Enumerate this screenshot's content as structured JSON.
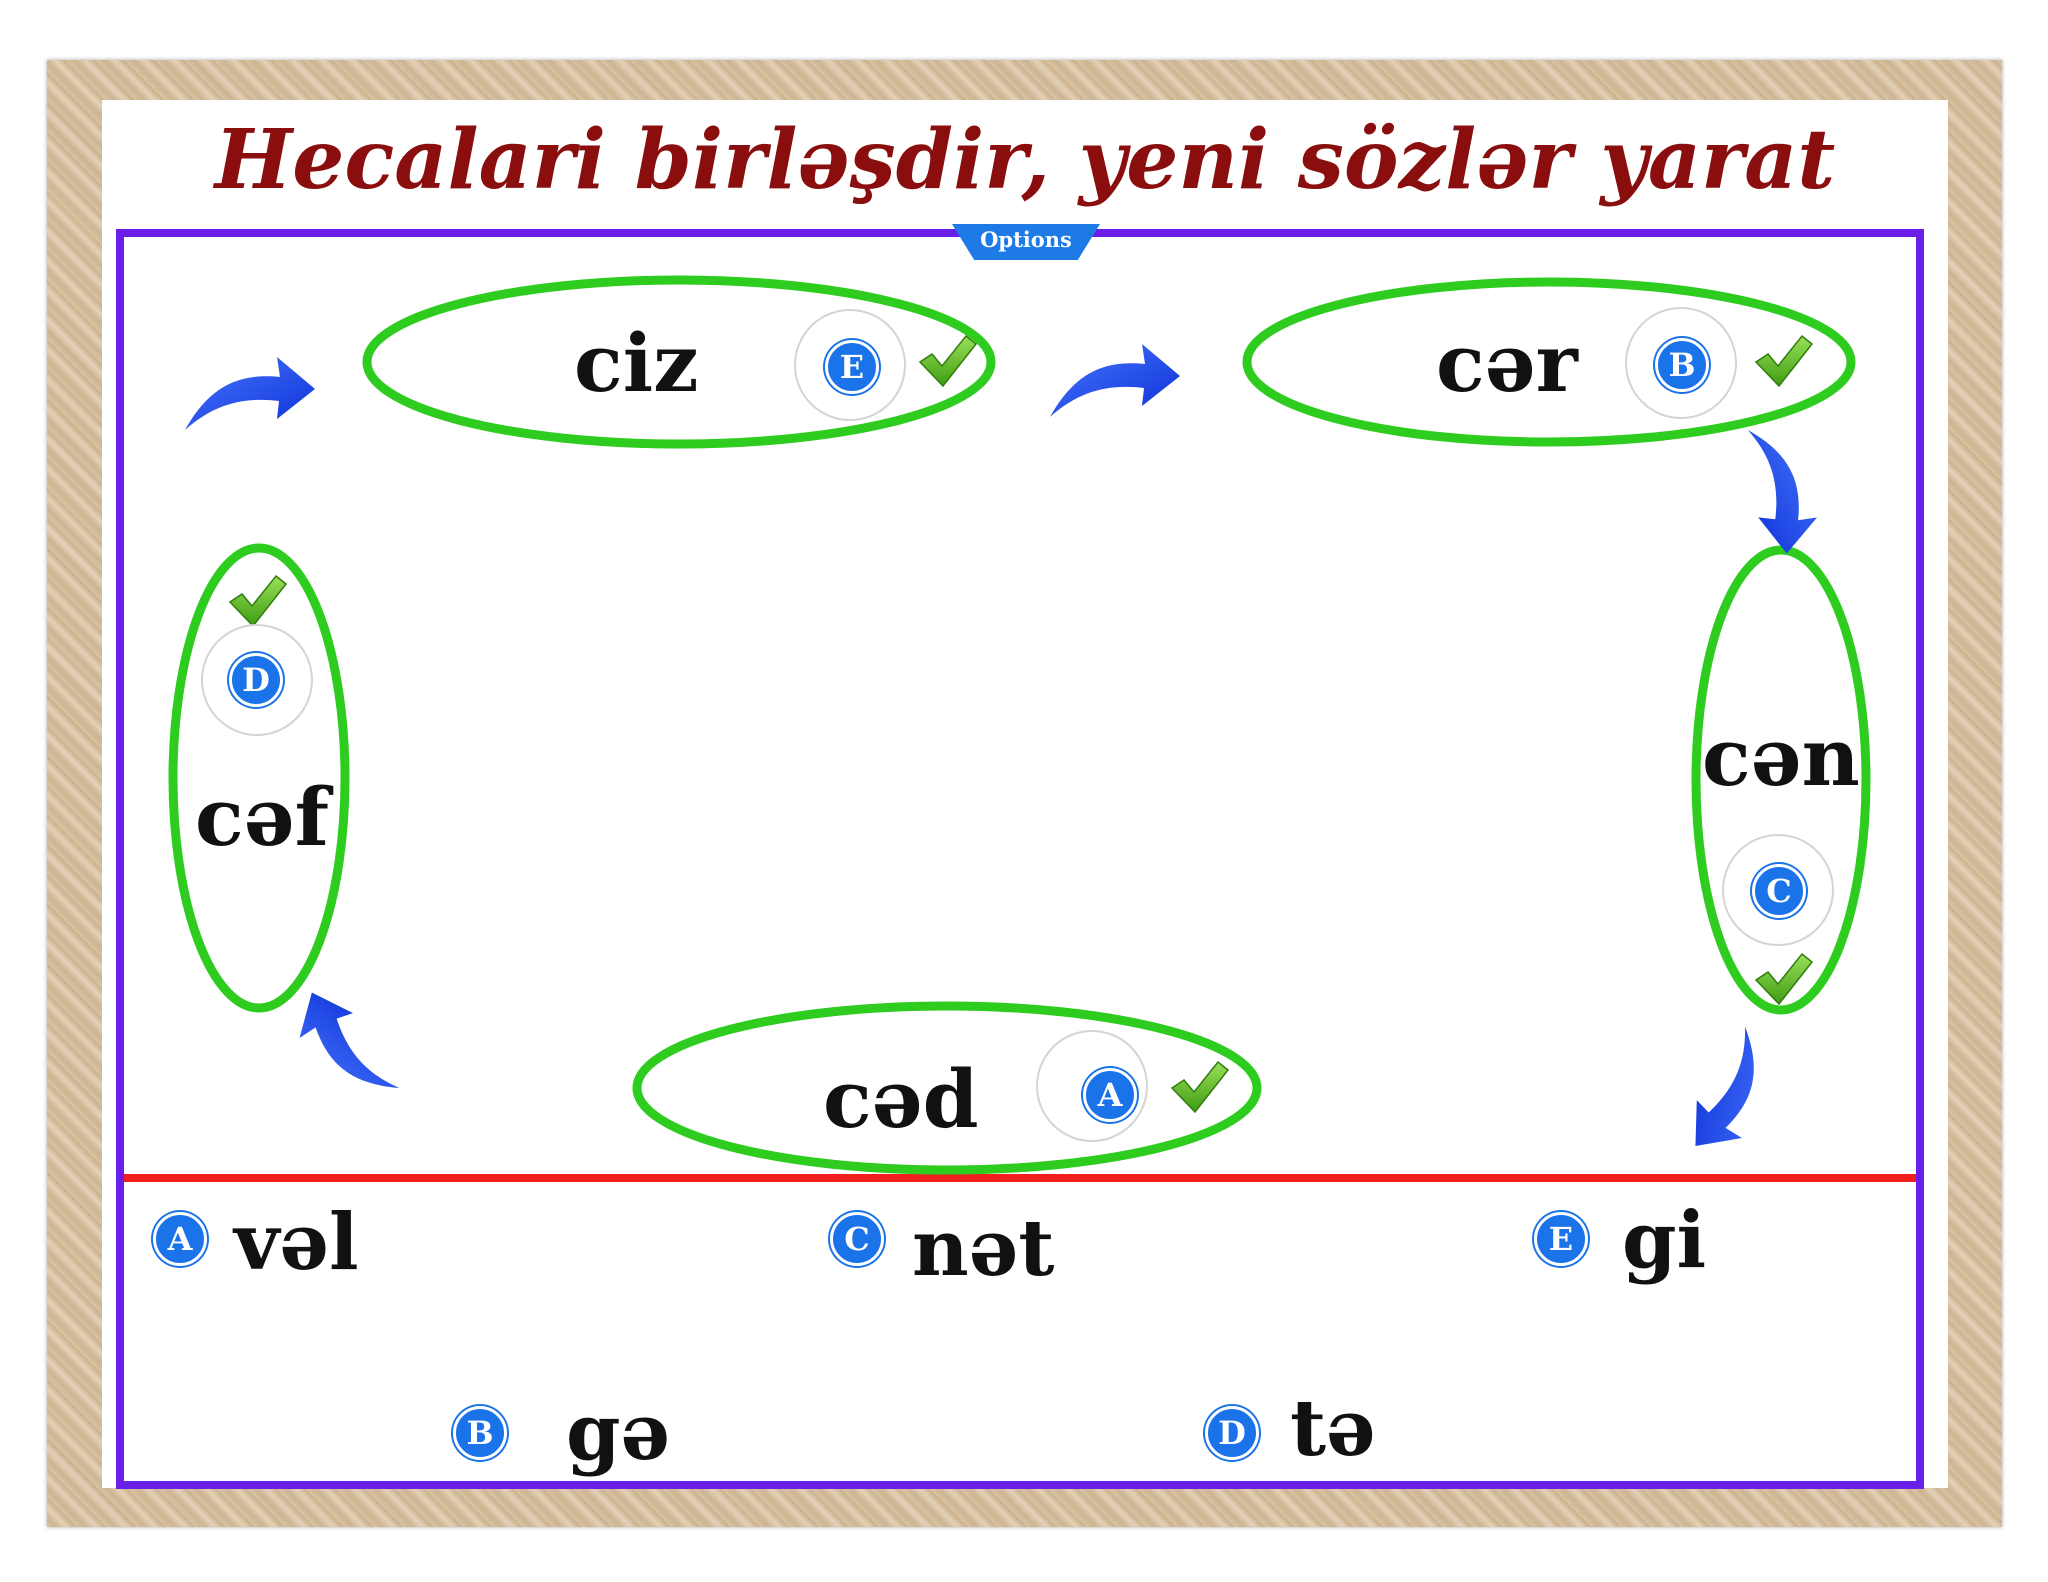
{
  "title": "Hecalari birləşdir, yeni sözlər yarat",
  "options_tab": "Options",
  "syllables": [
    {
      "text": "ciz",
      "answer": "E",
      "status": "correct"
    },
    {
      "text": "cər",
      "answer": "B",
      "status": "correct"
    },
    {
      "text": "cən",
      "answer": "C",
      "status": "correct"
    },
    {
      "text": "cəd",
      "answer": "A",
      "status": "correct"
    },
    {
      "text": "cəf",
      "answer": "D",
      "status": "correct"
    }
  ],
  "options": [
    {
      "letter": "A",
      "text": "vəl"
    },
    {
      "letter": "C",
      "text": "nət"
    },
    {
      "letter": "E",
      "text": "gi"
    },
    {
      "letter": "B",
      "text": "gə"
    },
    {
      "letter": "D",
      "text": "tə"
    }
  ],
  "colors": {
    "title": "#8b0e0e",
    "panel_border": "#6a1fe8",
    "divider": "#f21f1f",
    "ellipse": "#2ecc1f",
    "arrow": "#1546e8",
    "badge": "#1a73e8",
    "check": "#4caf1a"
  }
}
